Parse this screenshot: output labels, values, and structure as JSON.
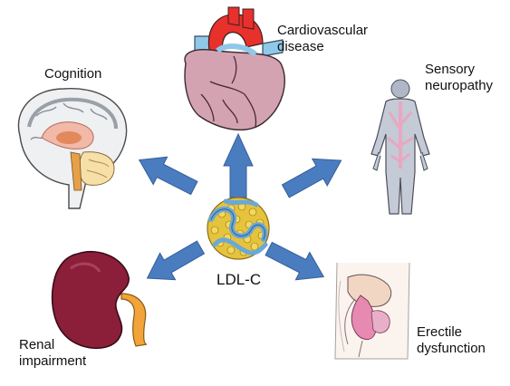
{
  "center": {
    "label": "LDL-C",
    "icon": "ldl-particle-icon"
  },
  "outcomes": [
    {
      "id": "cognition",
      "lines": [
        "Cognition"
      ],
      "icon": "brain-icon"
    },
    {
      "id": "cardiovascular",
      "lines": [
        "Cardiovascular",
        "disease"
      ],
      "icon": "heart-icon"
    },
    {
      "id": "sensory",
      "lines": [
        "Sensory",
        "neuropathy"
      ],
      "icon": "human-body-icon"
    },
    {
      "id": "renal",
      "lines": [
        "Renal",
        "impairment"
      ],
      "icon": "kidney-icon"
    },
    {
      "id": "erectile",
      "lines": [
        "Erectile",
        "dysfunction"
      ],
      "icon": "pelvic-anatomy-icon"
    }
  ],
  "colors": {
    "arrow": "#4a7cc0",
    "arrow_stroke": "#355f9a",
    "text": "#111111",
    "heart_red": "#e8302c",
    "heart_pink": "#d4a3b2",
    "vessel_blue": "#8fc8e8",
    "kidney": "#8b1f3a",
    "ureter": "#f2a33a",
    "particle_yellow": "#e6c33c",
    "particle_blue": "#6aa8d8"
  }
}
